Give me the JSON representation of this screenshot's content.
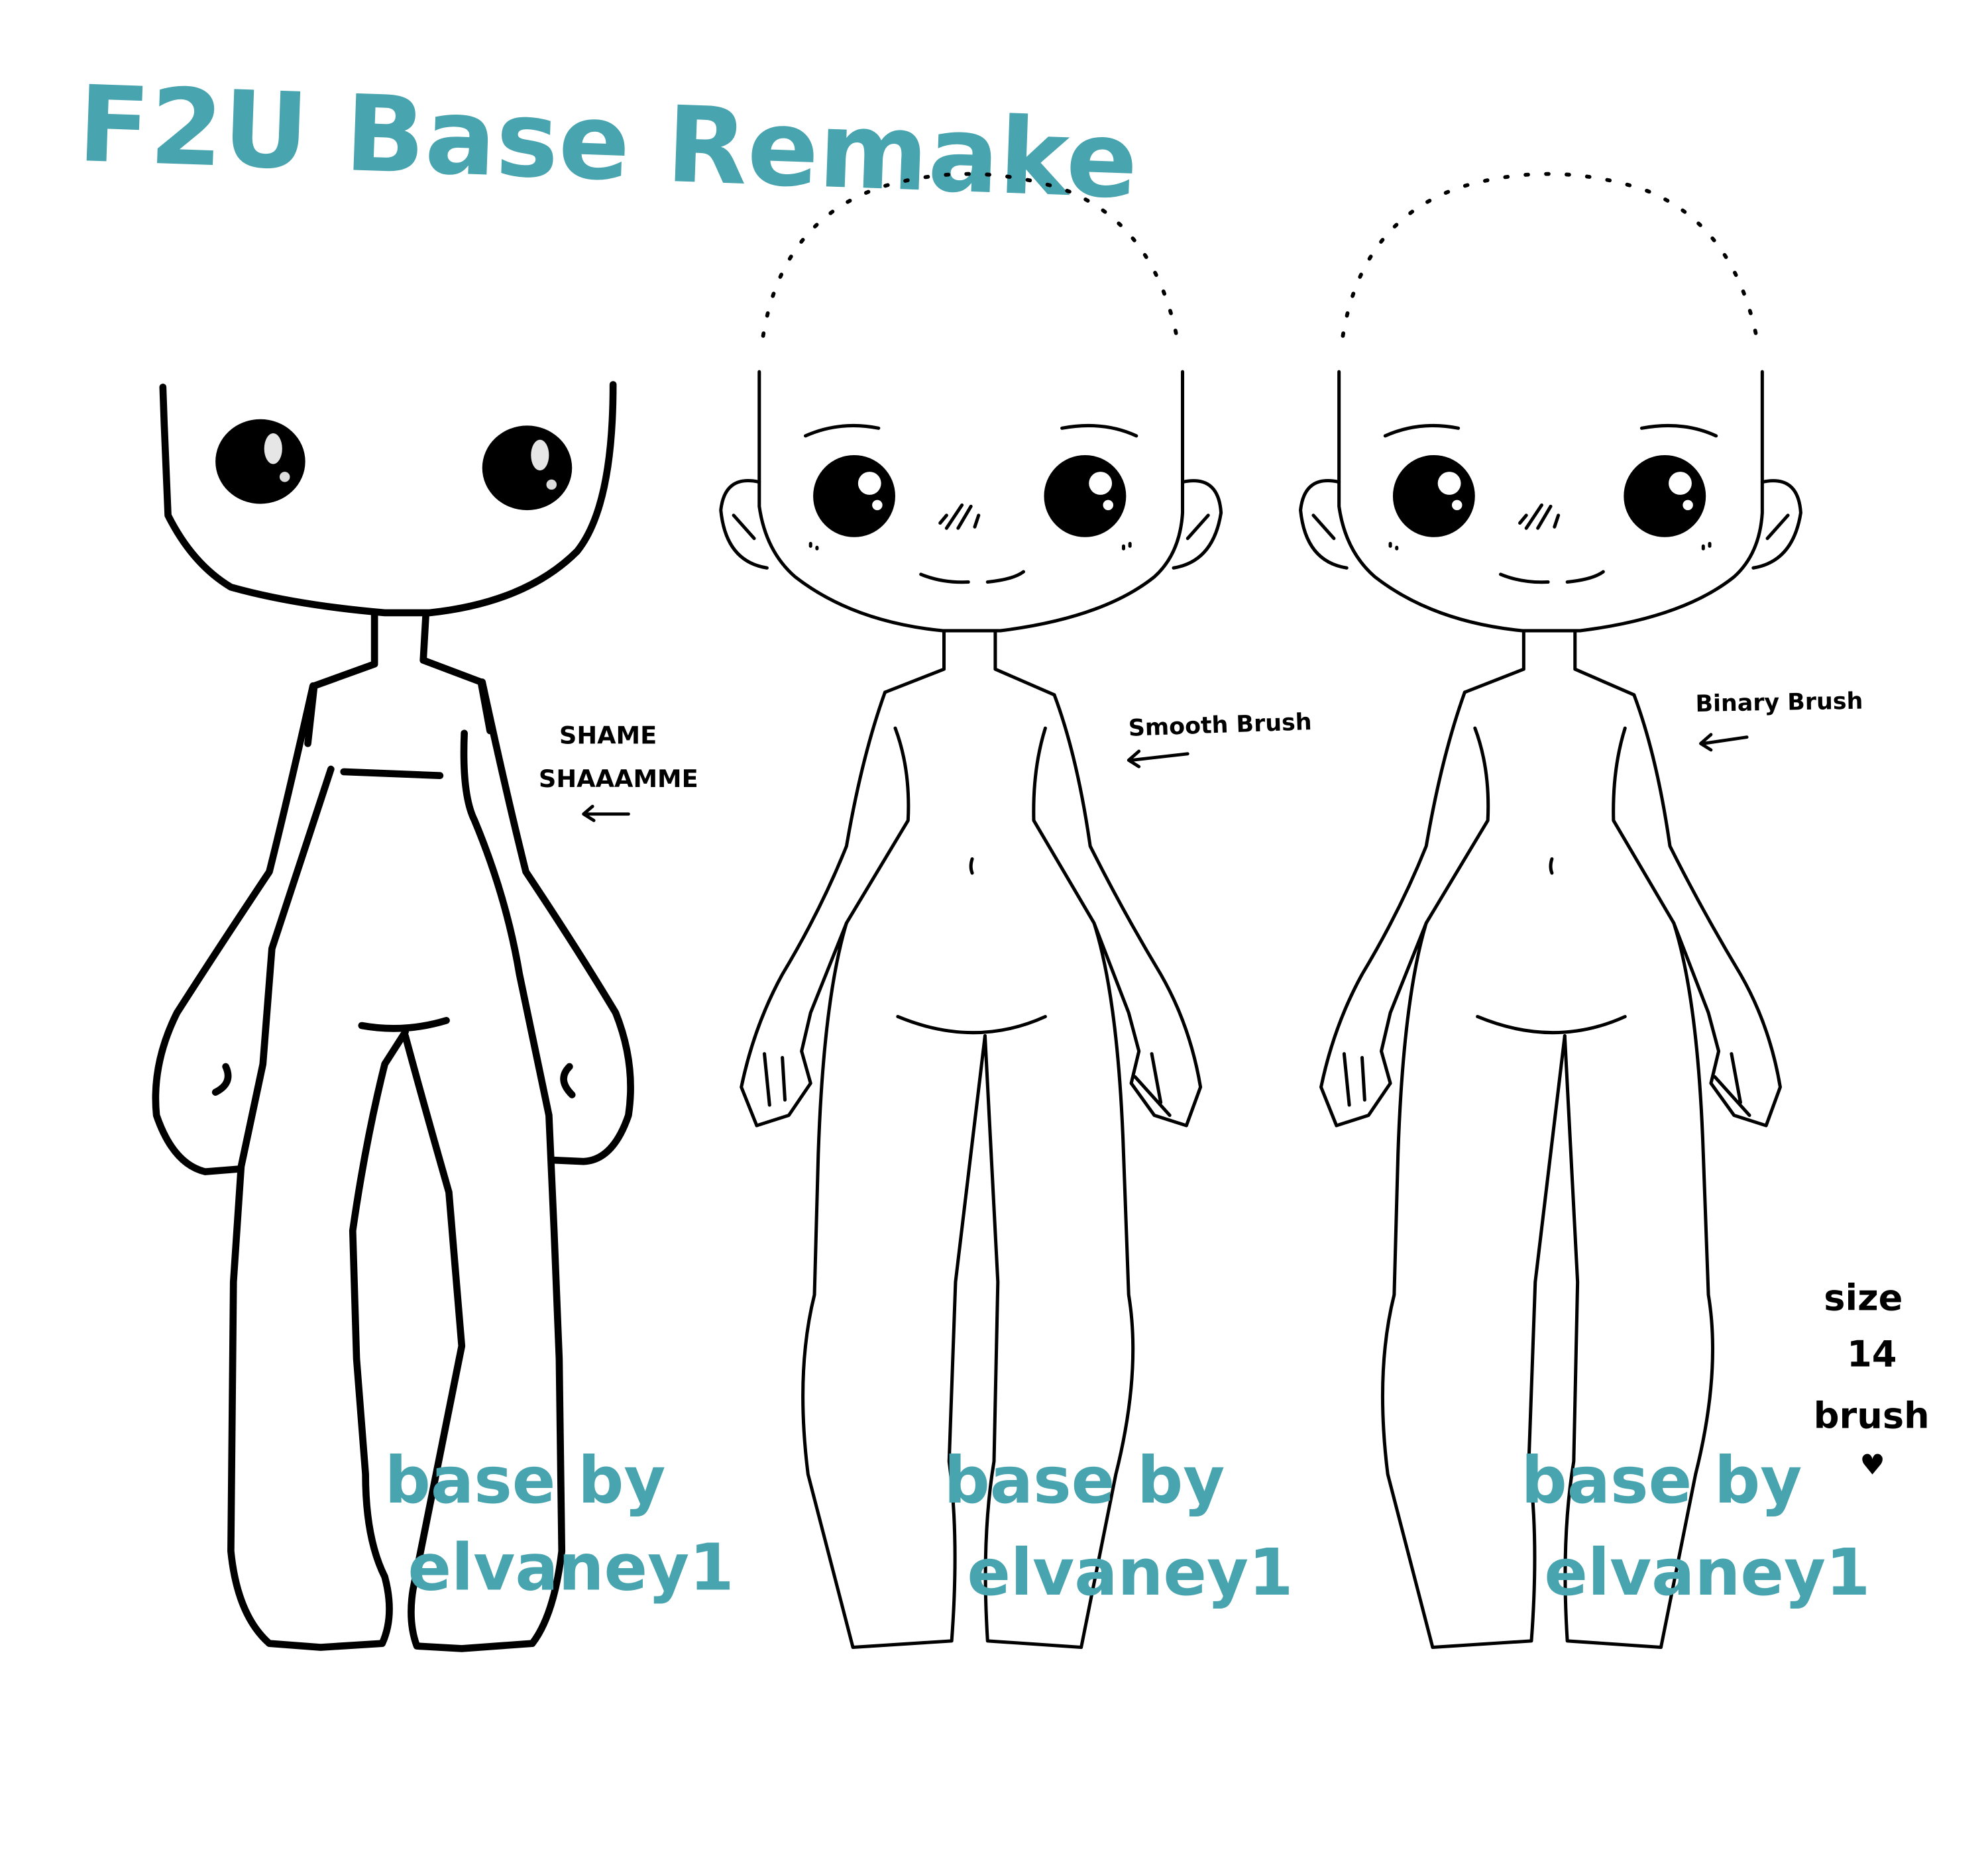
{
  "title": "F2U Base Remake",
  "colors": {
    "accent": "#48a4af",
    "ink": "#000000",
    "background": "#ffffff"
  },
  "figures": [
    {
      "id": "left",
      "annotation": {
        "line1": "SHAME",
        "line2": "SHAAAMME",
        "arrow": "←"
      },
      "watermark": {
        "line1": "base by",
        "line2": "elvaney1"
      }
    },
    {
      "id": "middle",
      "annotation": {
        "line1": "Smooth Brush",
        "arrow": "←"
      },
      "watermark": {
        "line1": "base by",
        "line2": "elvaney1"
      }
    },
    {
      "id": "right",
      "annotation": {
        "line1": "Binary Brush",
        "arrow": "←"
      },
      "watermark": {
        "line1": "base by",
        "line2": "elvaney1"
      }
    }
  ],
  "side_note": {
    "line1": "size",
    "line2": "14",
    "line3": "brush",
    "heart": "♥"
  }
}
